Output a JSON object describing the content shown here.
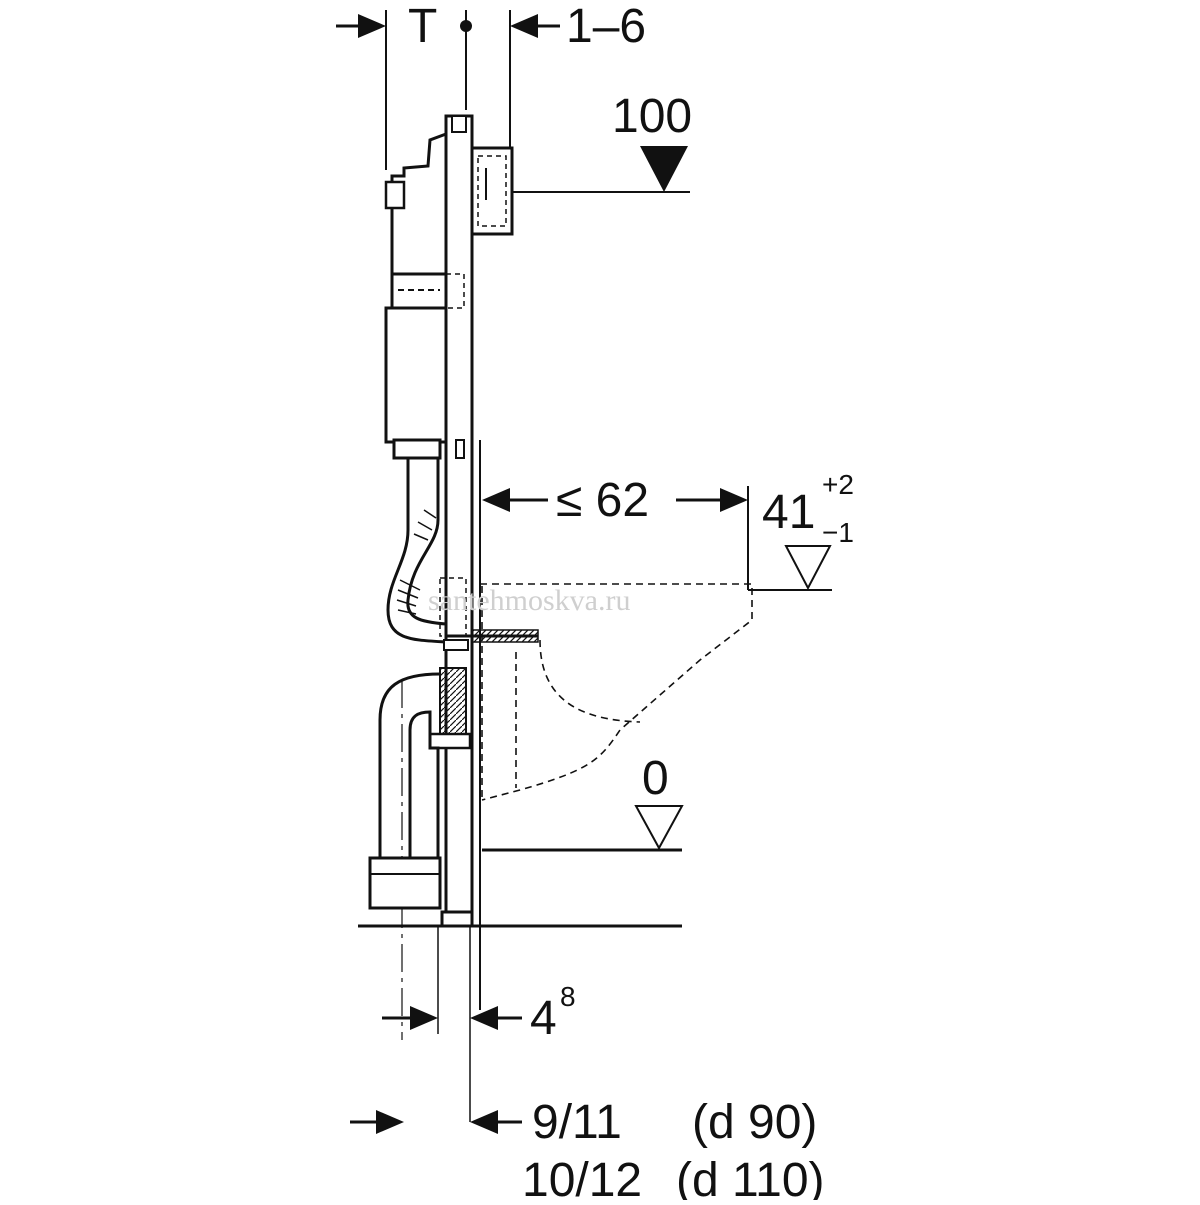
{
  "dimensions": {
    "depth": "T",
    "wall_offset": "1–6",
    "flush_height": "100",
    "bowl_projection": "≤ 62",
    "seat_height": "41",
    "seat_tolerance_upper": "+2",
    "seat_tolerance_lower": "−1",
    "floor_level": "0",
    "frame_foot": "4",
    "frame_foot_exp": "8",
    "drain_offset_90": "9/11",
    "drain_d90": "(d 90)",
    "drain_offset_110": "10/12",
    "drain_d110": "(d 110)"
  },
  "watermark": "santehmoskva.ru"
}
